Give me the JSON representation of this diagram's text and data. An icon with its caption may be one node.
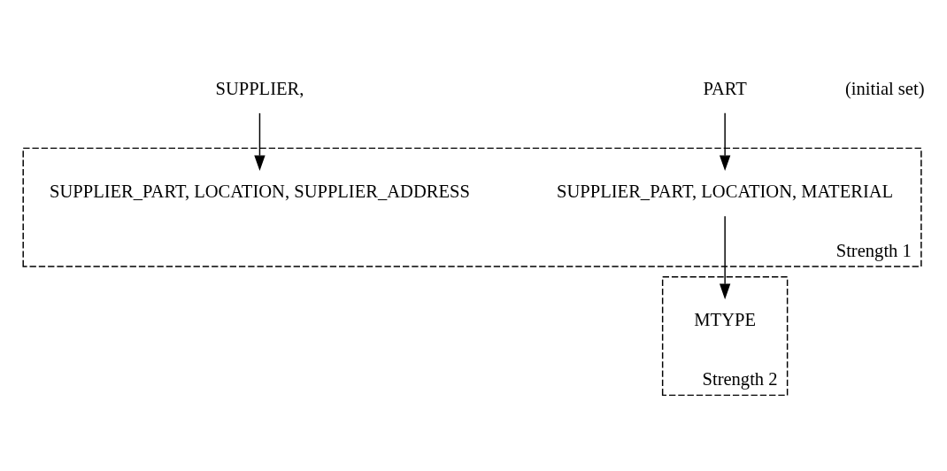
{
  "diagram": {
    "nodes": [
      {
        "text": [
          "SUPPLIER,"
        ]
      },
      {
        "text": [
          "PART"
        ]
      },
      {
        "text": [],
        "shape": "box",
        "beside": [
          "Strength 1"
        ]
      },
      {
        "text": [
          "SUPPLIER_PART, LOCATION, SUPPLIER_ADDRESS"
        ],
        "in": 2
      },
      {
        "text": [
          "SUPPLIER_PART, LOCATION, MATERIAL"
        ],
        "in": 2
      },
      {
        "text": [],
        "shape": "box",
        "beside": [
          "Strength 2"
        ]
      },
      {
        "text": [
          "MTYPE"
        ],
        "in": 5
      }
    ],
    "edges": [
      {
        "from": 0,
        "to": 3,
        "arrow": "to"
      },
      {
        "from": 1,
        "to": 4,
        "arrow": "to"
      },
      {
        "from": 4,
        "to": 6,
        "arrow": "to"
      }
    ],
    "labels": [
      "(initial set)"
    ]
  }
}
